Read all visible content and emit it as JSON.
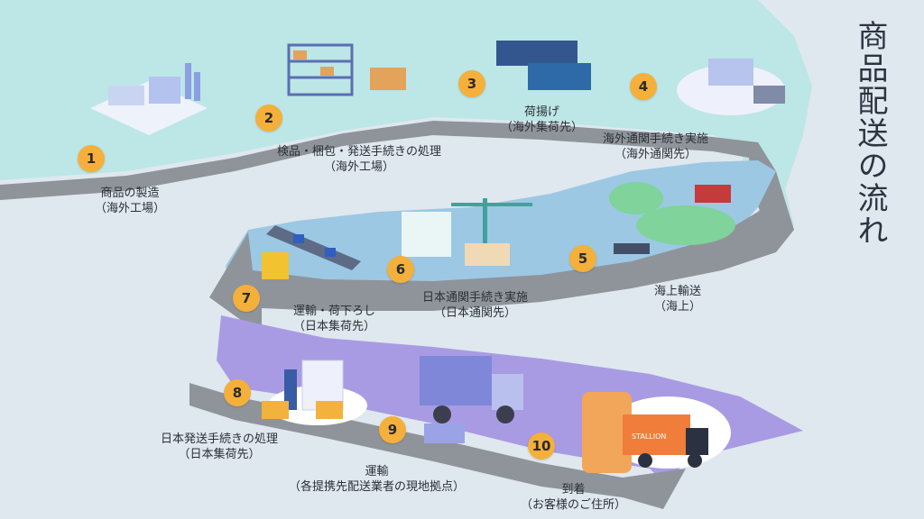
{
  "title": "商品配送の流れ",
  "colors": {
    "background": "#dfe8ef",
    "top_band": "#bde6e6",
    "middle_band": "#9cc8e4",
    "bottom_band": "#a99be3",
    "road": "#8f949b",
    "badge": "#f4b03a"
  },
  "steps": [
    {
      "number": "1",
      "line1": "商品の製造",
      "line2": "（海外工場）",
      "icon": "factory-icon"
    },
    {
      "number": "2",
      "line1": "検品・梱包・発送手続きの処理",
      "line2": "（海外工場）",
      "icon": "warehouse-icon"
    },
    {
      "number": "3",
      "line1": "荷揚げ",
      "line2": "（海外集荷先）",
      "icon": "container-icon"
    },
    {
      "number": "4",
      "line1": "海外通関手続き実施",
      "line2": "（海外通関先）",
      "icon": "customs-depot-icon"
    },
    {
      "number": "5",
      "line1": "海上輸送",
      "line2": "（海上）",
      "icon": "world-map-ship-icon"
    },
    {
      "number": "6",
      "line1": "日本通関手続き実施",
      "line2": "（日本通関先）",
      "icon": "port-crane-icon"
    },
    {
      "number": "7",
      "line1": "運輸・荷下ろし",
      "line2": "（日本集荷先）",
      "icon": "conveyor-forklift-icon"
    },
    {
      "number": "8",
      "line1": "日本発送手続きの処理",
      "line2": "（日本集荷先）",
      "icon": "clipboard-worker-icon"
    },
    {
      "number": "9",
      "line1": "運輸",
      "line2": "（各提携先配送業者の現地拠点）",
      "icon": "truck-icon"
    },
    {
      "number": "10",
      "line1": "到着",
      "line2": "（お客様のご住所）",
      "icon": "delivery-phone-icon"
    }
  ],
  "truck_brand": "STALLION"
}
